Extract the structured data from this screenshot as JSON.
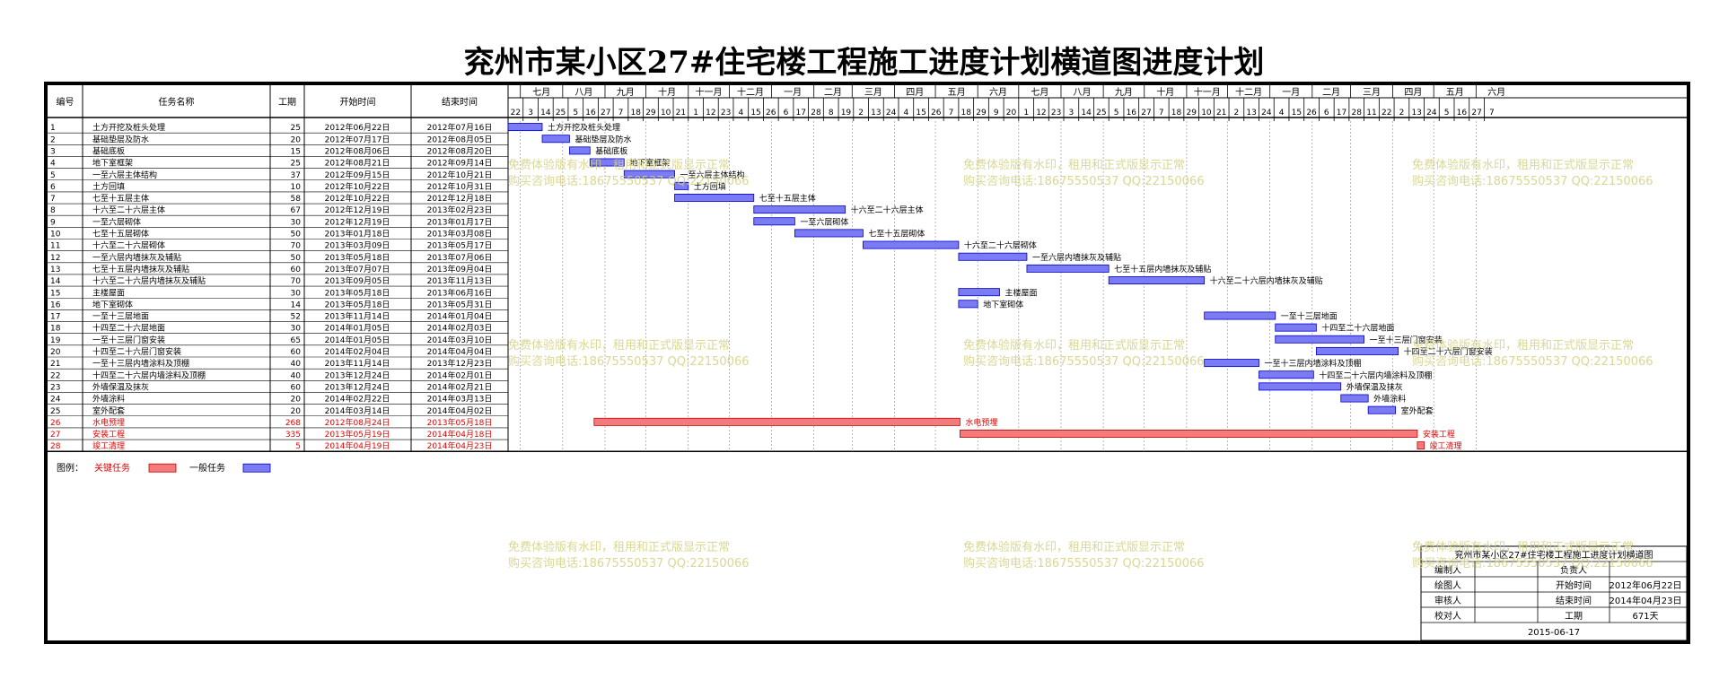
{
  "title": "兖州市某小区27#住宅楼工程施工进度计划横道图进度计划",
  "table_headers": {
    "num": "编号",
    "name": "任务名称",
    "dur": "工期",
    "start": "开始时间",
    "end": "结束时间"
  },
  "months": [
    "七月",
    "八月",
    "九月",
    "十月",
    "十一月",
    "十二月",
    "一月",
    "二月",
    "三月",
    "四月",
    "五月",
    "六月",
    "七月",
    "八月",
    "九月",
    "十月",
    "十一月",
    "十二月",
    "一月",
    "二月",
    "三月",
    "四月",
    "五月",
    "六月"
  ],
  "days": [
    "22",
    "3",
    "14",
    "25",
    "5",
    "16",
    "27",
    "7",
    "18",
    "29",
    "10",
    "21",
    "1",
    "12",
    "23",
    "4",
    "15",
    "26",
    "6",
    "17",
    "28",
    "8",
    "19",
    "2",
    "13",
    "24",
    "4",
    "15",
    "26",
    "7",
    "18",
    "29",
    "9",
    "20",
    "1",
    "12",
    "23",
    "3",
    "14",
    "25",
    "5",
    "16",
    "27",
    "7",
    "18",
    "29",
    "10",
    "21",
    "2",
    "13",
    "24",
    "4",
    "15",
    "26",
    "6",
    "17",
    "28",
    "11",
    "22",
    "2",
    "13",
    "24",
    "5",
    "16",
    "27",
    "7"
  ],
  "tasks": [
    {
      "num": "1",
      "name": "土方开挖及桩头处理",
      "dur": "25",
      "start": "2012年06月22日",
      "end": "2012年07月16日",
      "critical": false
    },
    {
      "num": "2",
      "name": "基础垫层及防水",
      "dur": "20",
      "start": "2012年07月17日",
      "end": "2012年08月05日",
      "critical": false
    },
    {
      "num": "3",
      "name": "基础底板",
      "dur": "15",
      "start": "2012年08月06日",
      "end": "2012年08月20日",
      "critical": false
    },
    {
      "num": "4",
      "name": "地下室框架",
      "dur": "25",
      "start": "2012年08月21日",
      "end": "2012年09月14日",
      "critical": false
    },
    {
      "num": "5",
      "name": "一至六层主体结构",
      "dur": "37",
      "start": "2012年09月15日",
      "end": "2012年10月21日",
      "critical": false
    },
    {
      "num": "6",
      "name": "土方回填",
      "dur": "10",
      "start": "2012年10月22日",
      "end": "2012年10月31日",
      "critical": false
    },
    {
      "num": "7",
      "name": "七至十五层主体",
      "dur": "58",
      "start": "2012年10月22日",
      "end": "2012年12月18日",
      "critical": false
    },
    {
      "num": "8",
      "name": "十六至二十六层主体",
      "dur": "67",
      "start": "2012年12月19日",
      "end": "2013年02月23日",
      "critical": false
    },
    {
      "num": "9",
      "name": "一至六层砌体",
      "dur": "30",
      "start": "2012年12月19日",
      "end": "2013年01月17日",
      "critical": false
    },
    {
      "num": "10",
      "name": "七至十五层砌体",
      "dur": "50",
      "start": "2013年01月18日",
      "end": "2013年03月08日",
      "critical": false
    },
    {
      "num": "11",
      "name": "十六至二十六层砌体",
      "dur": "70",
      "start": "2013年03月09日",
      "end": "2013年05月17日",
      "critical": false
    },
    {
      "num": "12",
      "name": "一至六层内墙抹灰及辅贴",
      "dur": "50",
      "start": "2013年05月18日",
      "end": "2013年07月06日",
      "critical": false
    },
    {
      "num": "13",
      "name": "七至十五层内墙抹灰及辅贴",
      "dur": "60",
      "start": "2013年07月07日",
      "end": "2013年09月04日",
      "critical": false
    },
    {
      "num": "14",
      "name": "十六至二十六层内墙抹灰及辅贴",
      "dur": "70",
      "start": "2013年09月05日",
      "end": "2013年11月13日",
      "critical": false
    },
    {
      "num": "15",
      "name": "主楼屋面",
      "dur": "30",
      "start": "2013年05月18日",
      "end": "2013年06月16日",
      "critical": false
    },
    {
      "num": "16",
      "name": "地下室砌体",
      "dur": "14",
      "start": "2013年05月18日",
      "end": "2013年05月31日",
      "critical": false
    },
    {
      "num": "17",
      "name": "一至十三层地面",
      "dur": "52",
      "start": "2013年11月14日",
      "end": "2014年01月04日",
      "critical": false
    },
    {
      "num": "18",
      "name": "十四至二十六层地面",
      "dur": "30",
      "start": "2014年01月05日",
      "end": "2014年02月03日",
      "critical": false
    },
    {
      "num": "19",
      "name": "一至十三层门窗安装",
      "dur": "65",
      "start": "2014年01月05日",
      "end": "2014年03月10日",
      "critical": false
    },
    {
      "num": "20",
      "name": "十四至二十六层门窗安装",
      "dur": "60",
      "start": "2014年02月04日",
      "end": "2014年04月04日",
      "critical": false
    },
    {
      "num": "21",
      "name": "一至十三层内墙涂料及顶棚",
      "dur": "40",
      "start": "2013年11月14日",
      "end": "2013年12月23日",
      "critical": false
    },
    {
      "num": "22",
      "name": "十四至二十六层内墙涂料及顶棚",
      "dur": "40",
      "start": "2013年12月24日",
      "end": "2014年02月01日",
      "critical": false
    },
    {
      "num": "23",
      "name": "外墙保温及抹灰",
      "dur": "60",
      "start": "2013年12月24日",
      "end": "2014年02月21日",
      "critical": false
    },
    {
      "num": "24",
      "name": "外墙涂料",
      "dur": "20",
      "start": "2014年02月22日",
      "end": "2014年03月13日",
      "critical": false
    },
    {
      "num": "25",
      "name": "室外配套",
      "dur": "20",
      "start": "2014年03月14日",
      "end": "2014年04月02日",
      "critical": false
    },
    {
      "num": "26",
      "name": "水电预埋",
      "dur": "268",
      "start": "2012年08月24日",
      "end": "2013年05月18日",
      "critical": true
    },
    {
      "num": "27",
      "name": "安装工程",
      "dur": "335",
      "start": "2013年05月19日",
      "end": "2014年04月18日",
      "critical": true
    },
    {
      "num": "28",
      "name": "竣工清理",
      "dur": "5",
      "start": "2014年04月19日",
      "end": "2014年04月23日",
      "critical": true
    }
  ],
  "legend": {
    "label": "图例：",
    "critical": "关键任务",
    "normal": "一般任务"
  },
  "watermark": {
    "line1": "免费体验版有水印，租用和正式版显示正常",
    "line2": "购买咨询电话:18675550537 QQ:22150066"
  },
  "info_box": {
    "title": "兖州市某小区27#住宅楼工程施工进度计划横道图",
    "compiler": "编制人",
    "owner": "负责人",
    "drawer": "绘图人",
    "start_label": "开始时间",
    "start_value": "2012年06月22日",
    "reviewer": "审核人",
    "end_label": "结束时间",
    "end_value": "2014年04月23日",
    "checker": "校对人",
    "dur_label": "工期",
    "dur_value": "671天",
    "date": "2015-06-17"
  },
  "colors": {
    "critical": "#f47b7b",
    "normal": "#7b7bf4",
    "critical_text": "#e00000",
    "watermark": "#d4d080",
    "border": "#000000"
  }
}
